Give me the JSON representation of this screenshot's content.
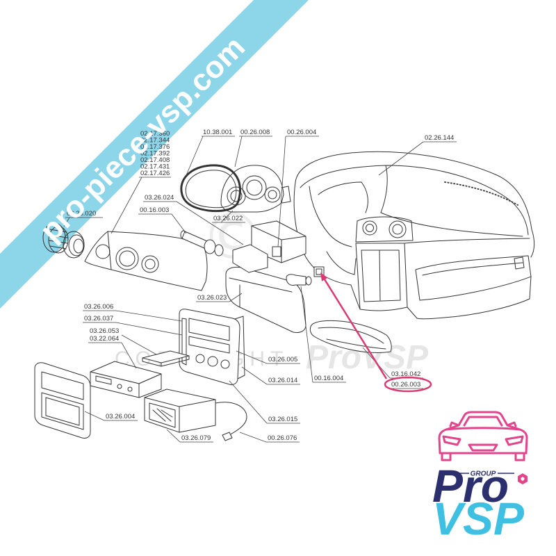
{
  "banner": {
    "text": "pro-piece-vsp.com",
    "color": "#8dd6ea"
  },
  "diagram": {
    "labels": [
      "02.17.360",
      "02.17.344",
      "02.17.376",
      "02.17.392",
      "02.17.408",
      "02.17.431",
      "02.17.426",
      "03.26.020",
      "10.38.001",
      "00.26.008",
      "00.26.004",
      "02.26.144",
      "03.26.024",
      "00.16.003",
      "03.26.022",
      "03.26.023",
      "03.26.006",
      "03.26.037",
      "03.26.053",
      "03.22.064",
      "03.26.005",
      "03.26.014",
      "00.16.004",
      "03.16.042",
      "00.26.003",
      "03.26.004",
      "03.26.015",
      "03.26.079",
      "00.26.076"
    ],
    "line_color": "#333333",
    "highlight_color": "#d93a72"
  },
  "watermark": {
    "symbol": "©",
    "copyright": "COPYRIGHT",
    "brand": "ProVSP"
  },
  "logo": {
    "group": "GROUP",
    "pro": "Pro",
    "vsp": "VSP",
    "icon": "car-front-icon",
    "colors": {
      "navy": "#2b2f6e",
      "cyan": "#3fc0e2",
      "pink": "#e2458c"
    }
  }
}
